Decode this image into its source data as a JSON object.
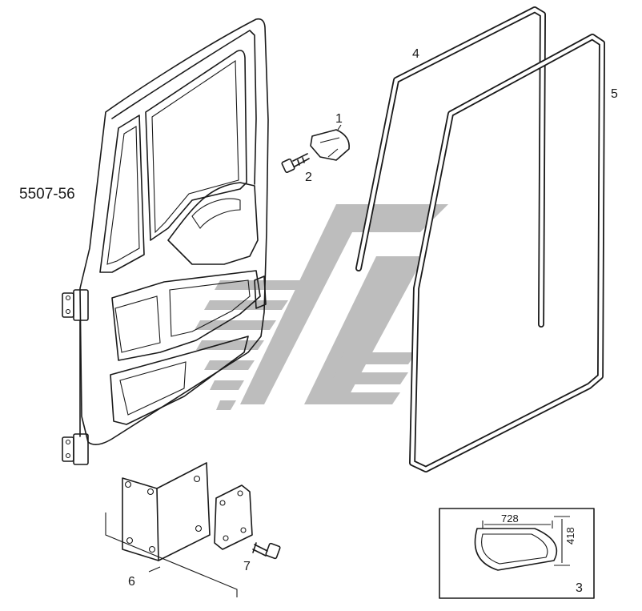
{
  "diagram_code": "5507-56",
  "callouts": {
    "c1": "1",
    "c2": "2",
    "c3": "3",
    "c4": "4",
    "c5": "5",
    "c6": "6",
    "c7": "7"
  },
  "inset": {
    "dim_width": "728",
    "dim_height": "418"
  }
}
